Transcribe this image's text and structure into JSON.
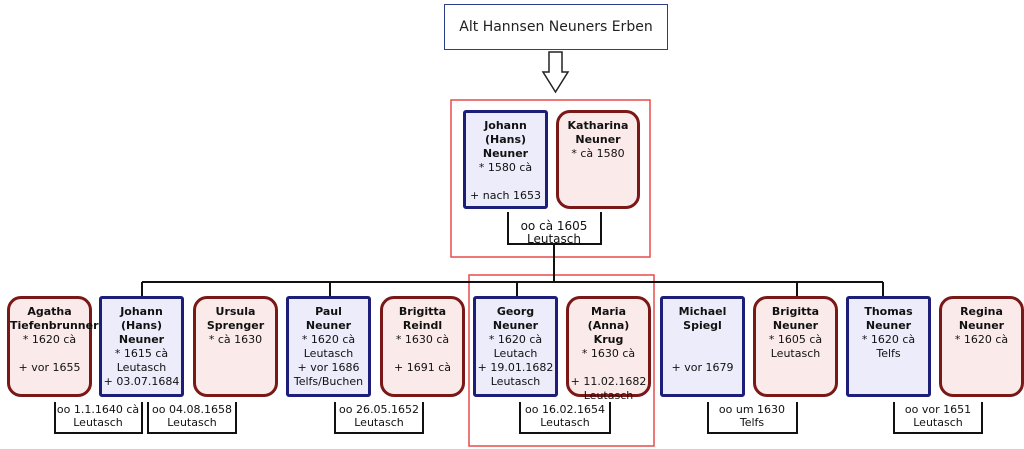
{
  "title": "Alt Hannsen Neuners Erben",
  "parents": {
    "father": {
      "lines": [
        "Johann (Hans)",
        "Neuner"
      ],
      "details": [
        "* 1580 cà",
        "",
        "+ nach 1653"
      ]
    },
    "mother": {
      "lines": [
        "Katharina",
        "Neuner"
      ],
      "details": [
        "* cà 1580"
      ]
    },
    "marriage": {
      "date": "oo cà 1605",
      "place": "Leutasch"
    }
  },
  "children": [
    {
      "lines": [
        "Agatha",
        "Tiefenbrunner"
      ],
      "details": [
        "* 1620 cà",
        "",
        "+ vor 1655"
      ],
      "sex": "female"
    },
    {
      "lines": [
        "Johann (Hans)",
        "Neuner"
      ],
      "details": [
        "* 1615 cà",
        "Leutasch",
        "+ 03.07.1684"
      ],
      "sex": "male"
    },
    {
      "lines": [
        "Ursula",
        "Sprenger"
      ],
      "details": [
        "* cà 1630"
      ],
      "sex": "female"
    },
    {
      "lines": [
        "Paul",
        "Neuner"
      ],
      "details": [
        "* 1620 cà",
        "Leutasch",
        "+ vor 1686",
        "Telfs/Buchen"
      ],
      "sex": "male"
    },
    {
      "lines": [
        "Brigitta",
        "Reindl"
      ],
      "details": [
        "* 1630 cà",
        "",
        "+ 1691 cà"
      ],
      "sex": "female"
    },
    {
      "lines": [
        "Georg",
        "Neuner"
      ],
      "details": [
        "* 1620 cà",
        "Leutach",
        "+ 19.01.1682",
        "Leutasch"
      ],
      "sex": "male"
    },
    {
      "lines": [
        "Maria (Anna)",
        "Krug"
      ],
      "details": [
        "* 1630 cà",
        "",
        "+ 11.02.1682",
        "Leutasch"
      ],
      "sex": "female"
    },
    {
      "lines": [
        "Michael",
        "Spiegl"
      ],
      "details": [
        "",
        "",
        "+ vor 1679"
      ],
      "sex": "male"
    },
    {
      "lines": [
        "Brigitta",
        "Neuner"
      ],
      "details": [
        "* 1605 cà",
        "Leutasch"
      ],
      "sex": "female"
    },
    {
      "lines": [
        "Thomas",
        "Neuner"
      ],
      "details": [
        "* 1620 cà",
        "Telfs"
      ],
      "sex": "male"
    },
    {
      "lines": [
        "Regina",
        "Neuner"
      ],
      "details": [
        "* 1620 cà"
      ],
      "sex": "female"
    }
  ],
  "marriages": [
    {
      "date": "oo 1.1.1640 cà",
      "place": "Leutasch"
    },
    {
      "date": "oo 04.08.1658",
      "place": "Leutasch"
    },
    {
      "date": "oo 26.05.1652",
      "place": "Leutasch"
    },
    {
      "date": "oo 16.02.1654",
      "place": "Leutasch"
    },
    {
      "date": "oo um 1630",
      "place": "Telfs"
    },
    {
      "date": "oo vor 1651",
      "place": "Leutasch"
    }
  ],
  "colors": {
    "male_border": "#1d1d7a",
    "male_fill": "#ececfb",
    "female_border": "#7a1717",
    "female_fill": "#fbeaea",
    "highlight": "#e84c4c"
  }
}
